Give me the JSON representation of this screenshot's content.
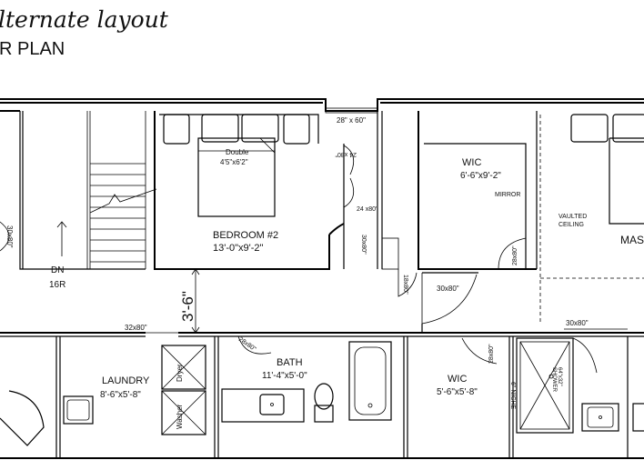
{
  "header": {
    "title": "lternate layout",
    "subtitle": "R PLAN"
  },
  "rooms": {
    "bedroom2": {
      "name": "BEDROOM #2",
      "dims": "13'-0\"x9'-2\""
    },
    "wic1": {
      "name": "WIC",
      "dims": "6'-6\"x9'-2\""
    },
    "bath": {
      "name": "BATH",
      "dims": "11'-4\"x5'-0\""
    },
    "laundry": {
      "name": "LAUNDRY",
      "dims": "8'-6\"x5'-8\""
    },
    "wic2": {
      "name": "WIC",
      "dims": "5'-6\"x5'-8\""
    },
    "master": {
      "name": "MAST"
    }
  },
  "stairs": {
    "direction": "DN",
    "risers": "16R"
  },
  "furniture": {
    "bed_label": "Double",
    "bed_size": "4'5\"x6'2\"",
    "dryer": "Dryer",
    "washer": "Washer",
    "shower": "SHOWER",
    "niche": "6\" NICHE"
  },
  "labels": {
    "mirror": "MIRROR",
    "vaulted1": "VAULTED",
    "vaulted2": "CEILING",
    "hall_width": "3'-6\""
  },
  "openings": {
    "window_top": "28\" x 60\"",
    "closet_door_a": "24 x80\"",
    "closet_door_b": "24 x80\"",
    "door_30x80_a": "30x80\"",
    "door_28x80_a": "28x80\"",
    "door_18x80": "18x80\"",
    "door_30x80_hall": "30x80\"",
    "door_30x80_master": "30x80\"",
    "door_32x80": "32x80\"",
    "door_28x80_bath": "28x80\"",
    "door_28x80_wic": "28x80\"",
    "door_30x80_left": "30x80\"",
    "shower_size": "64\"x32\""
  }
}
